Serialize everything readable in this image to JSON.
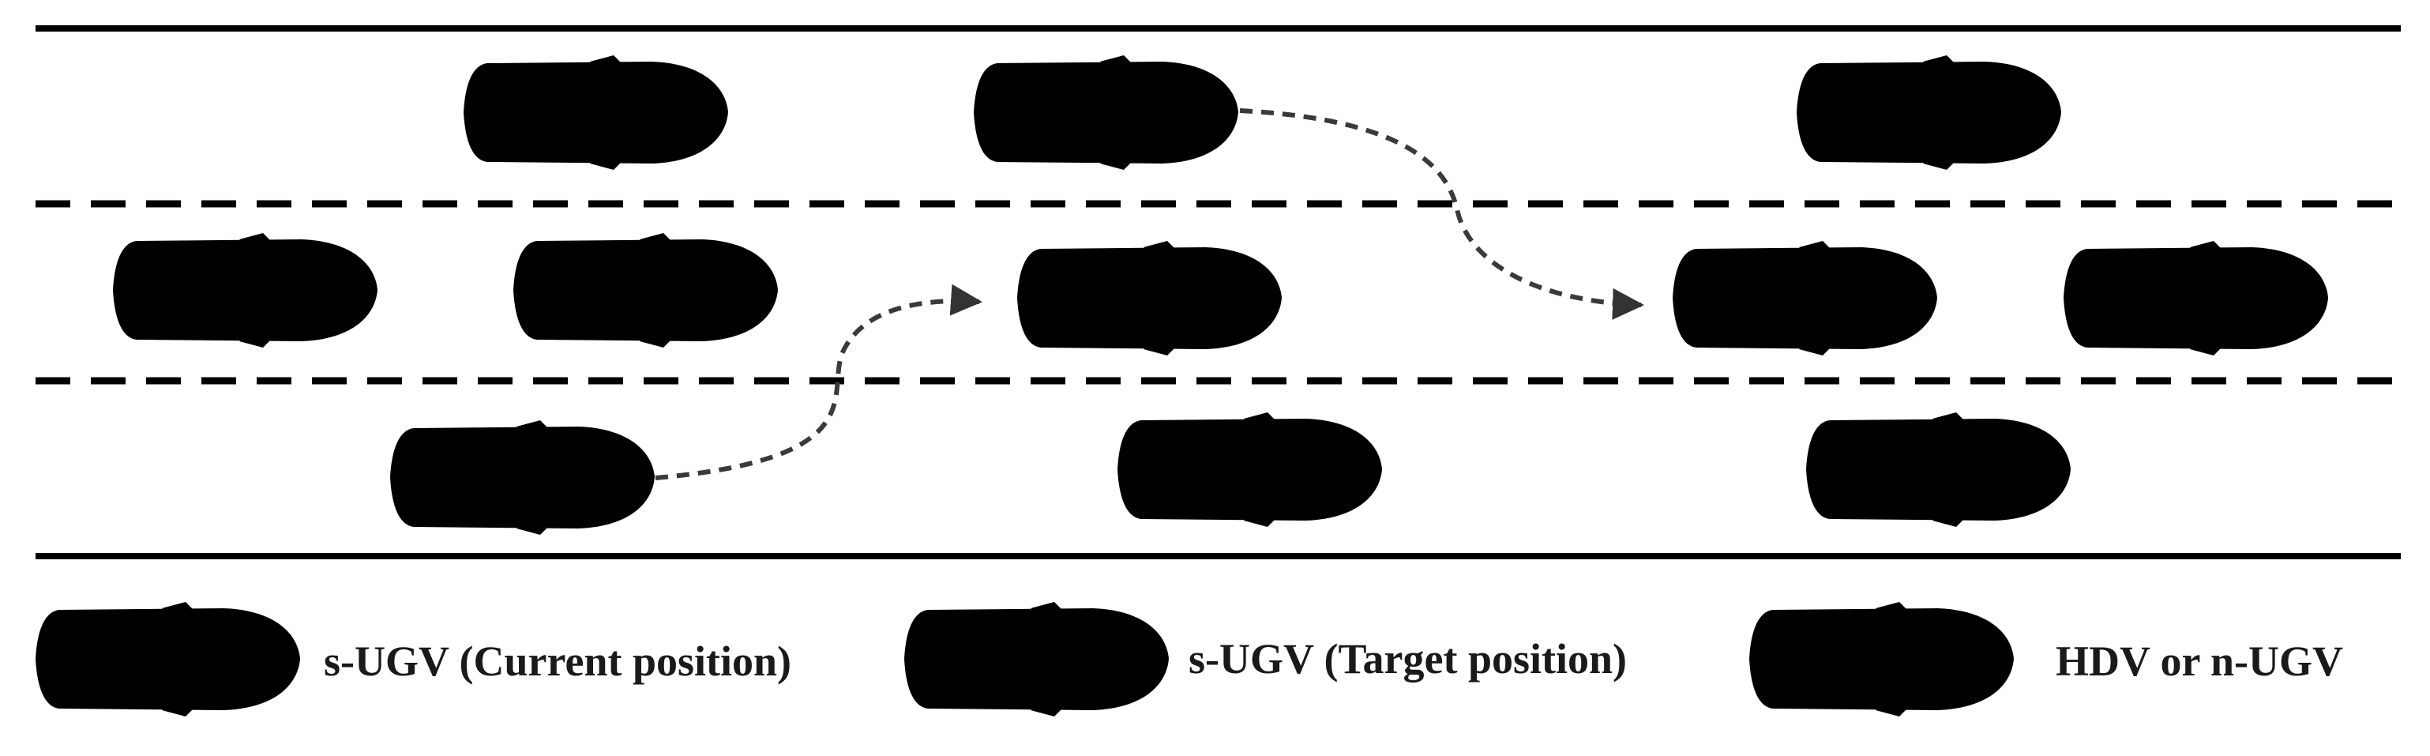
{
  "colors": {
    "road_line": "#000000",
    "car_body_outline": "#555555",
    "car_fill_current": "#e4e4e4",
    "car_fill_hdv": "#ffffff",
    "path_line": "#3a3a3a"
  },
  "icons": {
    "current": "car-solid-gray-icon",
    "target": "car-dashed-gray-icon",
    "hdv": "car-white-outline-icon"
  },
  "legend": {
    "current_label": "s-UGV (Current position)",
    "target_label": "s-UGV (Target position)",
    "hdv_label": "HDV or n-UGV"
  }
}
